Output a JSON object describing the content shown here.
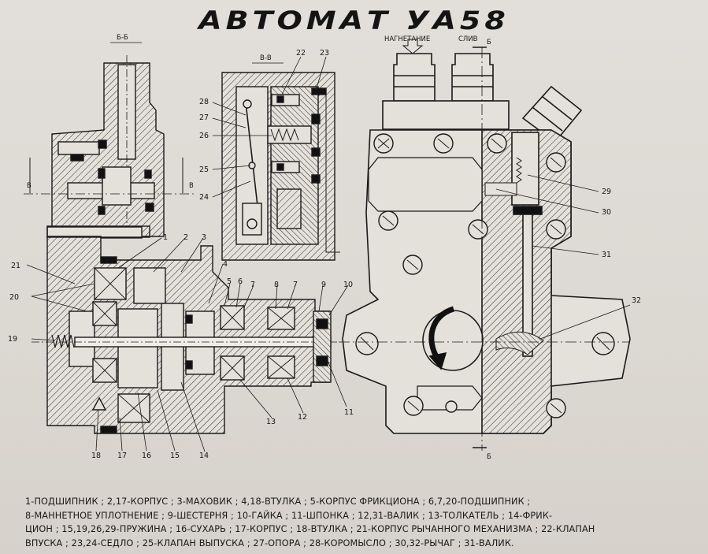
{
  "title": "АВТОМАТ УА58",
  "views": {
    "section_bb": "Б-Б",
    "section_vv": "В-В",
    "cut_b": "Б",
    "cut_v": "В"
  },
  "port_labels": {
    "discharge": "НАГНЕТАНИЕ",
    "drain": "СЛИВ"
  },
  "callouts": {
    "n1": "1",
    "n2": "2",
    "n3": "3",
    "n4": "4",
    "n5": "5",
    "n6": "6",
    "n7": "7",
    "n7b": "7",
    "n8": "8",
    "n9": "9",
    "n10": "10",
    "n11": "11",
    "n12": "12",
    "n13": "13",
    "n14": "14",
    "n15": "15",
    "n16": "16",
    "n17": "17",
    "n18": "18",
    "n19": "19",
    "n20": "20",
    "n21": "21",
    "n22": "22",
    "n23": "23",
    "n24": "24",
    "n25": "25",
    "n26": "26",
    "n27": "27",
    "n28": "28",
    "n29": "29",
    "n30": "30",
    "n31": "31",
    "n32": "32"
  },
  "legend": [
    "1-ПОДШИПНИК ; 2,17-КОРПУС ; 3-МАХОВИК ; 4,18-ВТУЛКА ; 5-КОРПУС ФРИКЦИОНА ; 6,7,20-ПОДШИПНИК ;",
    "8-МАННЕТНОЕ УПЛОТНЕНИЕ ; 9-ШЕСТЕРНЯ ; 10-ГАЙКА ; 11-ШПОНКА ; 12,31-ВАЛИК ; 13-ТОЛКАТЕЛЬ ; 14-ФРИК-",
    "ЦИОН ; 15,19,26,29-ПРУЖИНА ; 16-СУХАРЬ ; 17-КОРПУС ; 18-ВТУЛКА ; 21-КОРПУС РЫЧАННОГО МЕХАНИЗМА ; 22-КЛАПАН",
    "ВПУСКА ; 23,24-СЕДЛО ; 25-КЛАПАН ВЫПУСКА ; 27-ОПОРА ; 28-КОРОМЫСЛО ; 30,32-РЫЧАГ ; 31-ВАЛИК."
  ]
}
